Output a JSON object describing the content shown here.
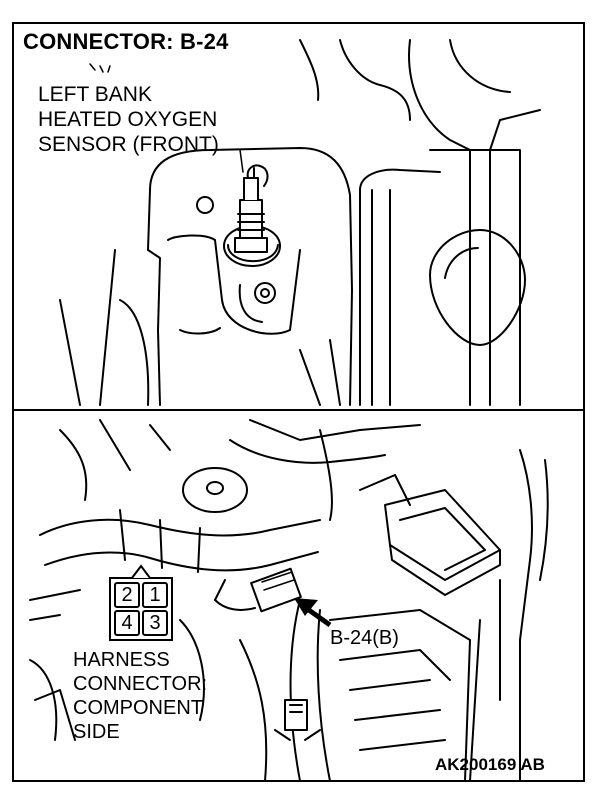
{
  "title": "CONNECTOR: B-24",
  "sensor_label": {
    "line1": "LEFT BANK",
    "line2": "HEATED OXYGEN",
    "line3": "SENSOR (FRONT)"
  },
  "harness_label": {
    "line1": "HARNESS",
    "line2": "CONNECTOR:",
    "line3": "COMPONENT",
    "line4": "SIDE"
  },
  "connector_pins": [
    "2",
    "1",
    "4",
    "3"
  ],
  "callout": "B-24(B)",
  "figure_code": "AK200169 AB"
}
